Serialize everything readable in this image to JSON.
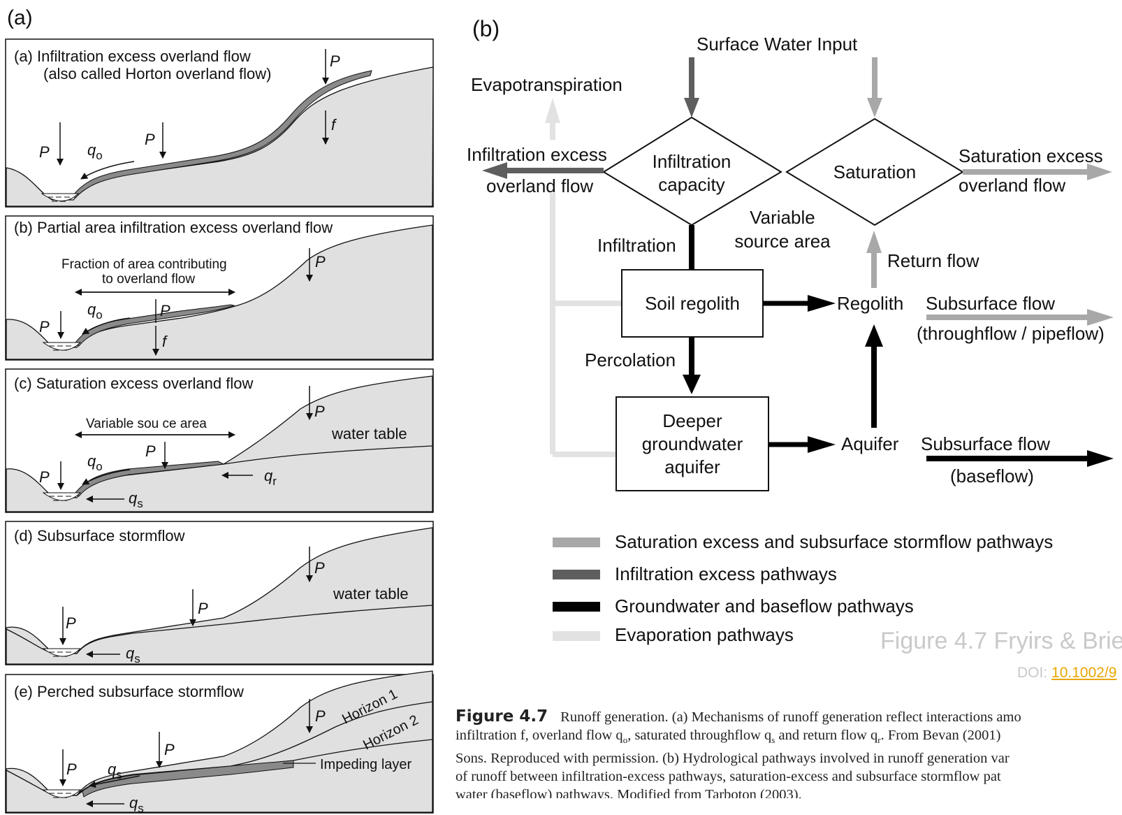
{
  "panel_a": {
    "label": "(a)",
    "sub_a": {
      "title1": "(a) Infiltration excess overland flow",
      "title2": "(also called Horton overland flow)",
      "p": "P",
      "f": "f",
      "qo": "q",
      "qo_sub": "o"
    },
    "sub_b": {
      "title": "(b) Partial area infiltration excess overland flow",
      "fraction1": "Fraction of area contributing",
      "fraction2": "to overland flow",
      "p": "P",
      "f": "f",
      "qo": "q",
      "qo_sub": "o"
    },
    "sub_c": {
      "title": "(c) Saturation excess overland flow",
      "area": "Variable sou ce area",
      "water_table": "water table",
      "p": "P",
      "qo": "q",
      "qo_sub": "o",
      "qr": "q",
      "qr_sub": "r",
      "qs": "q",
      "qs_sub": "s"
    },
    "sub_d": {
      "title": "(d) Subsurface stormflow",
      "water_table": "water table",
      "p": "P",
      "qs": "q",
      "qs_sub": "s"
    },
    "sub_e": {
      "title": "(e) Perched subsurface stormflow",
      "horizon1": "Horizon 1",
      "horizon2": "Horizon 2",
      "impeding": "Impeding layer",
      "p": "P",
      "qs": "q",
      "qs_sub": "s"
    }
  },
  "panel_b": {
    "label": "(b)",
    "surface_water_input": "Surface Water Input",
    "evapotranspiration": "Evapotranspiration",
    "infiltration_excess1": "Infiltration excess",
    "infiltration_excess2": "overland flow",
    "infiltration_capacity1": "Infiltration",
    "infiltration_capacity2": "capacity",
    "saturation": "Saturation",
    "saturation_excess1": "Saturation excess",
    "saturation_excess2": "overland flow",
    "variable1": "Variable",
    "variable2": "source area",
    "infiltration": "Infiltration",
    "return_flow": "Return flow",
    "soil_regolith": "Soil regolith",
    "regolith": "Regolith",
    "subsurface_flow1": "Subsurface flow",
    "subsurface_flow1b": "(throughflow / pipeflow)",
    "percolation": "Percolation",
    "deeper1": "Deeper",
    "deeper2": "groundwater",
    "deeper3": "aquifer",
    "aquifer": "Aquifer",
    "subsurface_flow2": "Subsurface flow",
    "subsurface_flow2b": "(baseflow)",
    "legend": [
      {
        "label": "Saturation excess and subsurface stormflow pathways",
        "color": "#a8a8a8"
      },
      {
        "label": "Infiltration excess pathways",
        "color": "#5e5e5e"
      },
      {
        "label": "Groundwater and baseflow pathways",
        "color": "#000000"
      },
      {
        "label": "Evaporation pathways",
        "color": "#e2e2e2"
      }
    ]
  },
  "watermark": {
    "figure": "Figure 4.7  Fryirs & Brie",
    "doi_prefix": "DOI: ",
    "doi": "10.1002/9"
  },
  "caption": {
    "label": "Figure 4.7",
    "line1": "Runoff generation. (a) Mechanisms of runoff generation reflect interactions amo",
    "line2": "infiltration f, overland flow q",
    "line2_sub": "o",
    "line2b": ", saturated throughflow q",
    "line2b_sub": "s",
    "line2c": " and return flow q",
    "line2c_sub": "r",
    "line2d": ". From Bevan (2001)",
    "line3": "Sons. Reproduced with permission. (b) Hydrological pathways involved in runoff generation var",
    "line4": "of runoff between infiltration-excess pathways, saturation-excess and subsurface stormflow pat",
    "line5": "water (baseflow) pathways. Modified from Tarboton (2003)."
  },
  "colors": {
    "ground": "#e0e0e0",
    "flow": "#8a8a8a",
    "light_arrow": "#a8a8a8",
    "mid_arrow": "#5e5e5e",
    "evap_arrow": "#e2e2e2"
  }
}
